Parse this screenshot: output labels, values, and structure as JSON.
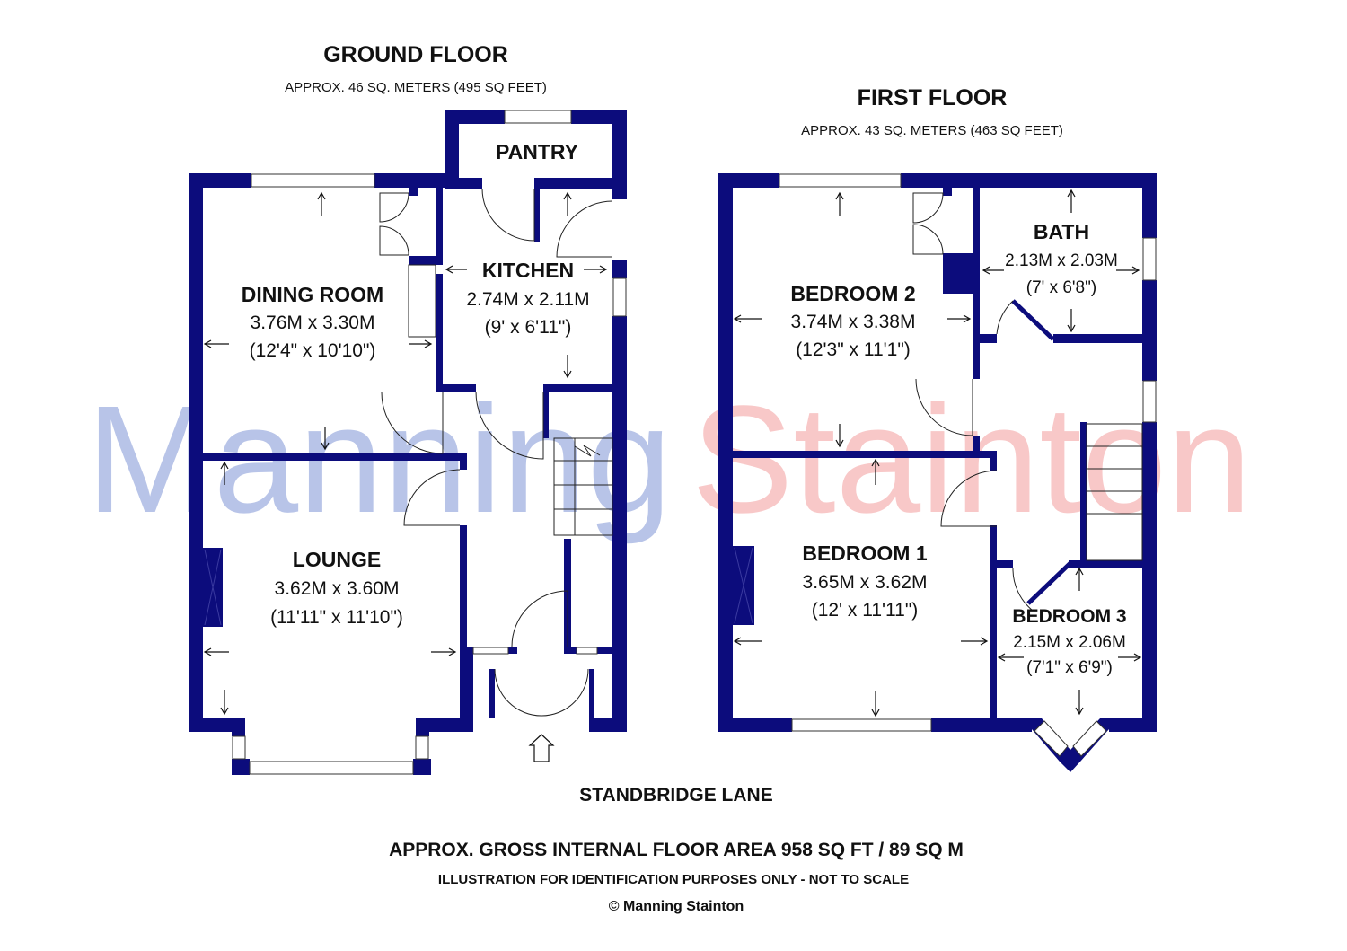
{
  "watermark": {
    "part1": "Manning",
    "part2": "Stainton",
    "color1": "#b8c4e8",
    "color2": "#f8c8c8"
  },
  "colors": {
    "wall": "#0c0c7c"
  },
  "ground_floor": {
    "title": "GROUND FLOOR",
    "area": "APPROX. 46 SQ. METERS (495 SQ FEET)",
    "rooms": {
      "pantry": {
        "name": "PANTRY"
      },
      "kitchen": {
        "name": "KITCHEN",
        "metric": "2.74M x 2.11M",
        "imperial": "(9' x 6'11\")"
      },
      "dining": {
        "name": "DINING ROOM",
        "metric": "3.76M x 3.30M",
        "imperial": "(12'4\" x 10'10\")"
      },
      "lounge": {
        "name": "LOUNGE",
        "metric": "3.62M x 3.60M",
        "imperial": "(11'11\" x 11'10\")"
      }
    }
  },
  "first_floor": {
    "title": "FIRST FLOOR",
    "area": "APPROX. 43 SQ. METERS (463 SQ FEET)",
    "rooms": {
      "bedroom2": {
        "name": "BEDROOM 2",
        "metric": "3.74M x 3.38M",
        "imperial": "(12'3\" x 11'1\")"
      },
      "bath": {
        "name": "BATH",
        "metric": "2.13M x 2.03M",
        "imperial": "(7' x 6'8\")"
      },
      "bedroom1": {
        "name": "BEDROOM 1",
        "metric": "3.65M x 3.62M",
        "imperial": "(12' x 11'11\")"
      },
      "bedroom3": {
        "name": "BEDROOM 3",
        "metric": "2.15M x 2.06M",
        "imperial": "(7'1\" x 6'9\")"
      }
    }
  },
  "street": "STANDBRIDGE LANE",
  "footer": {
    "gross_area": "APPROX. GROSS INTERNAL FLOOR AREA 958 SQ FT / 89 SQ M",
    "disclaimer": "ILLUSTRATION FOR IDENTIFICATION PURPOSES ONLY - NOT TO SCALE",
    "copyright": "© Manning Stainton"
  }
}
